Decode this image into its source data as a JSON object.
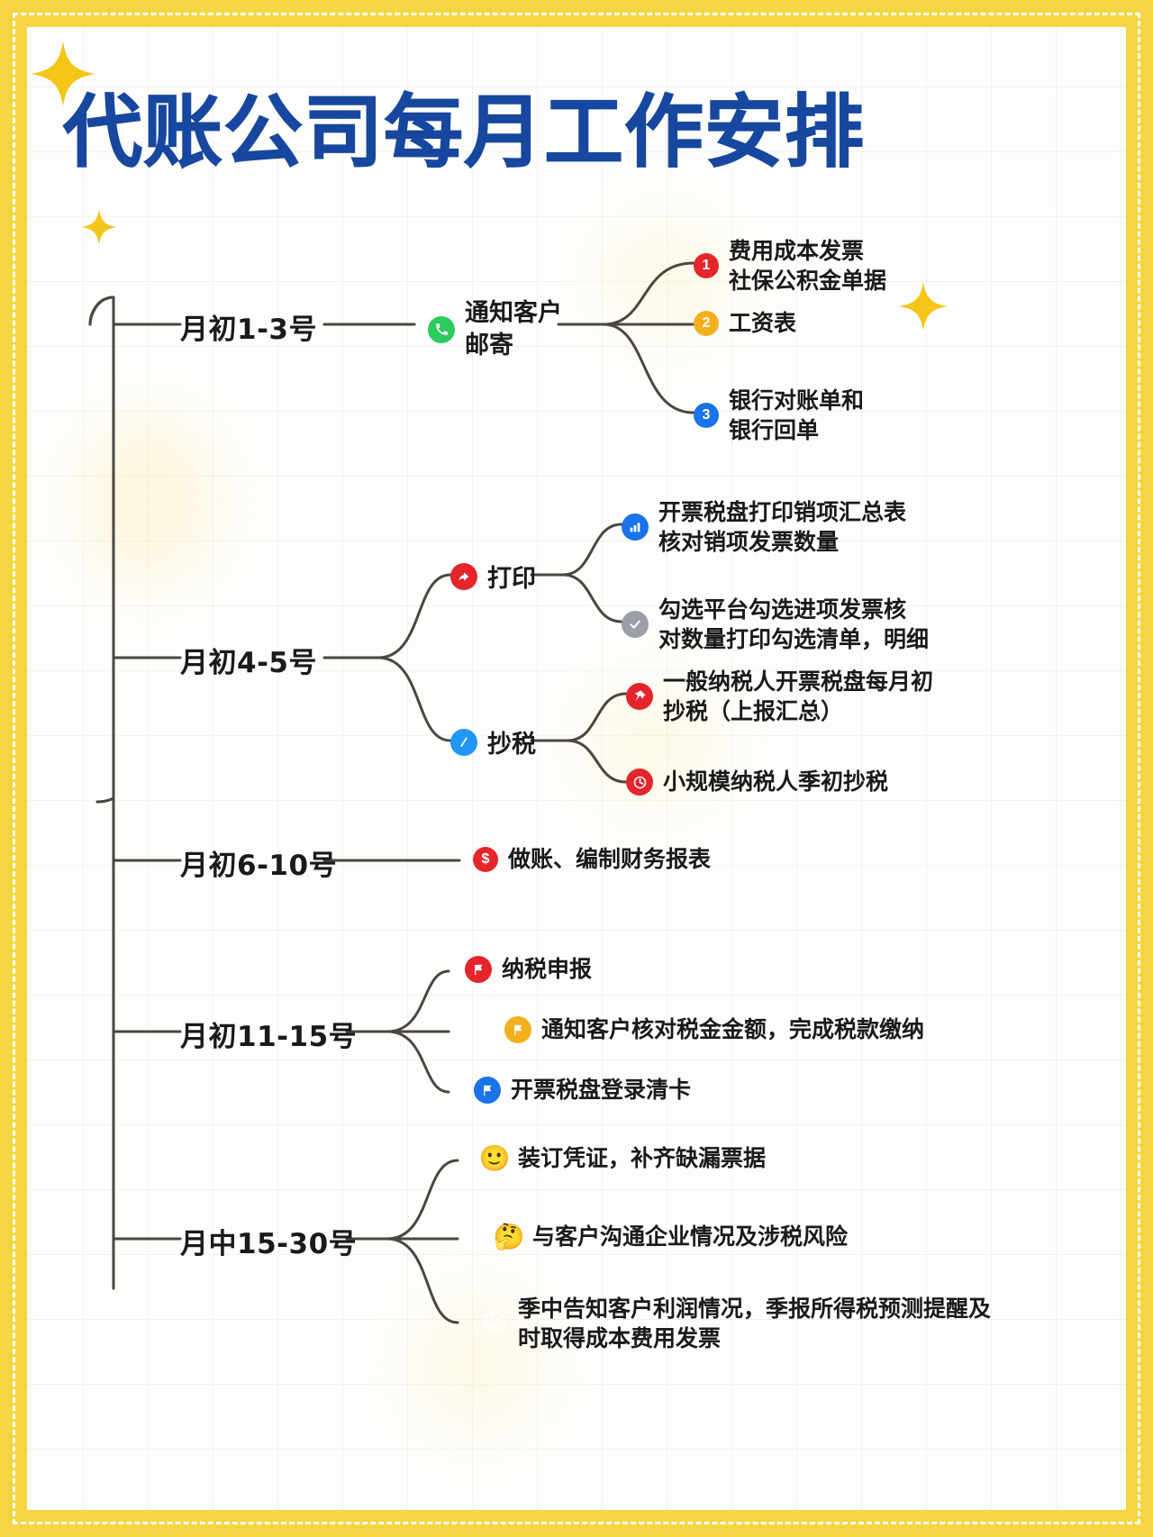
{
  "page": {
    "title": "代账公司每月工作安排",
    "title_color": "#17479e",
    "frame_color": "#f5d544",
    "canvas_color": "#fdfdfb"
  },
  "mindmap": {
    "type": "mindmap",
    "root_label": "代账公司每月工作安排",
    "branches": [
      {
        "label": "月初1-3号",
        "children": [
          {
            "label": "通知客户\n邮寄",
            "icon": "phone-icon",
            "icon_color": "#2ecb5f",
            "children": [
              {
                "label": "费用成本发票\n社保公积金单据",
                "icon": "number-1-icon",
                "icon_color": "#e4262c"
              },
              {
                "label": "工资表",
                "icon": "number-2-icon",
                "icon_color": "#f2b01e"
              },
              {
                "label": "银行对账单和\n银行回单",
                "icon": "number-3-icon",
                "icon_color": "#1a73e8"
              }
            ]
          }
        ]
      },
      {
        "label": "月初4-5号",
        "children": [
          {
            "label": "打印",
            "icon": "share-arrow-icon",
            "icon_color": "#e4262c",
            "children": [
              {
                "label": "开票税盘打印销项汇总表\n核对销项发票数量",
                "icon": "bar-chart-icon",
                "icon_color": "#1a73e8"
              },
              {
                "label": "勾选平台勾选进项发票核\n对数量打印勾选清单，明细",
                "icon": "check-circle-icon",
                "icon_color": "#9aa0a6"
              }
            ]
          },
          {
            "label": "抄税",
            "icon": "pen-icon",
            "icon_color": "#2196f3",
            "children": [
              {
                "label": "一般纳税人开票税盘每月初\n抄税（上报汇总）",
                "icon": "pin-icon",
                "icon_color": "#e4262c"
              },
              {
                "label": "小规模纳税人季初抄税",
                "icon": "clock-icon",
                "icon_color": "#e4262c"
              }
            ]
          }
        ]
      },
      {
        "label": "月初6-10号",
        "children": [
          {
            "label": "做账、编制财务报表",
            "icon": "dollar-icon",
            "icon_color": "#e4262c",
            "children": []
          }
        ]
      },
      {
        "label": "月初11-15号",
        "children": [
          {
            "label": "纳税申报",
            "icon": "flag-icon",
            "icon_color": "#e4262c",
            "children": []
          },
          {
            "label": "通知客户核对税金金额，完成税款缴纳",
            "icon": "flag-icon",
            "icon_color": "#f2b01e",
            "children": []
          },
          {
            "label": "开票税盘登录清卡",
            "icon": "flag-icon",
            "icon_color": "#1a73e8",
            "children": []
          }
        ]
      },
      {
        "label": "月中15-30号",
        "children": [
          {
            "label": "装订凭证，补齐缺漏票据",
            "icon": "smiley-icon",
            "icon_color": "#f5c542",
            "children": []
          },
          {
            "label": "与客户沟通企业情况及涉税风险",
            "icon": "thinking-face-icon",
            "icon_color": "#f5c542",
            "children": []
          },
          {
            "label": "季中告知客户利润情况，季报所得税预测提醒及\n时取得成本费用发票",
            "icon": "grinning-face-icon",
            "icon_color": "#f5c542",
            "children": []
          }
        ]
      }
    ]
  }
}
